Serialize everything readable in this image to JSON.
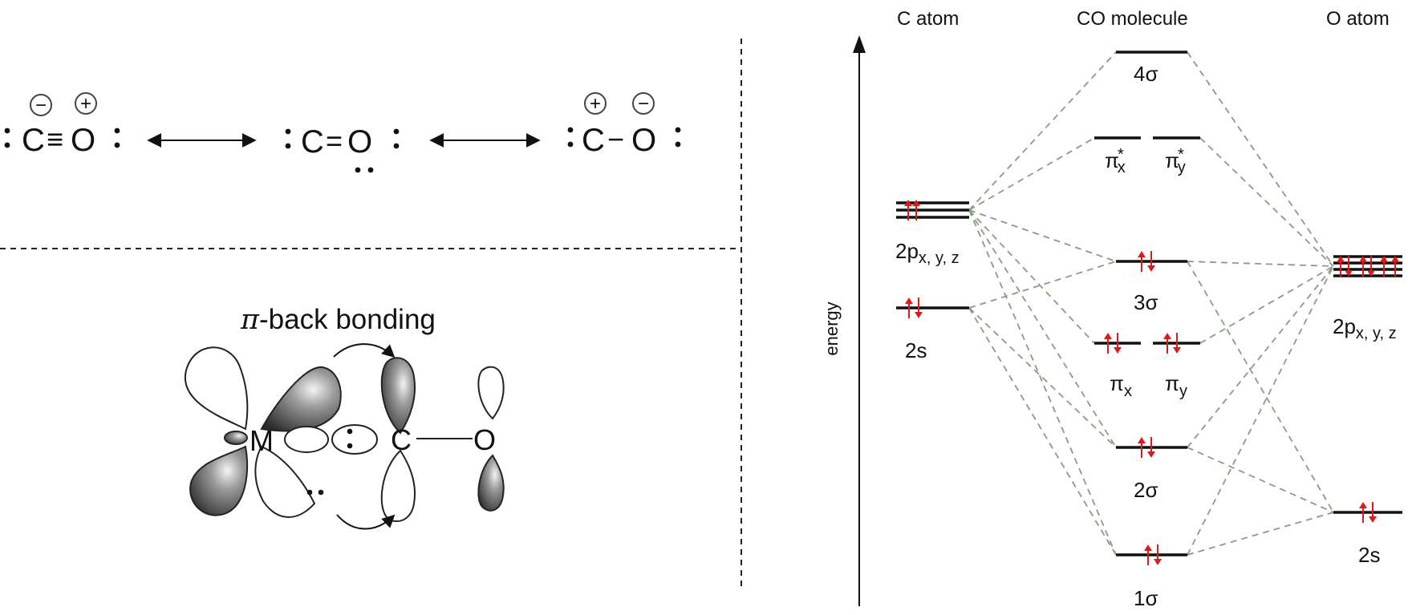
{
  "resonance": {
    "structure1": {
      "left_c": "C",
      "bond": "≡",
      "right_o": "O",
      "charge_c": "−",
      "charge_o": "+"
    },
    "structure2": {
      "left_c": "C",
      "bond": "=",
      "right_o": "O"
    },
    "structure3": {
      "left_c": "C",
      "bond": "−",
      "right_o": "O",
      "charge_c": "+",
      "charge_o": "−"
    }
  },
  "backbonding": {
    "title_pi": "π",
    "title_rest": "-back bonding",
    "metal": "M",
    "carbon": "C",
    "bond": "—",
    "oxygen": "O"
  },
  "mo_diagram": {
    "headers": {
      "c_atom": "C atom",
      "co_molecule": "CO molecule",
      "o_atom": "O atom"
    },
    "energy_label": "energy",
    "c_atom": {
      "p_base": "2p",
      "p_sub": "x, y, z",
      "s_label": "2s"
    },
    "o_atom": {
      "p_base": "2p",
      "p_sub": "x, y, z",
      "s_label": "2s"
    },
    "co_orbitals": {
      "sigma4": "4σ",
      "pi_x_star_base": "π",
      "pi_x_star_sub": "x",
      "star": "*",
      "pi_y_star_base": "π",
      "pi_y_star_sub": "y",
      "sigma3": "3σ",
      "pi_x_base": "π",
      "pi_x_sub": "x",
      "pi_y_base": "π",
      "pi_y_sub": "y",
      "sigma2": "2σ",
      "sigma1": "1σ"
    },
    "colors": {
      "level": "#111111",
      "electron": "#e01818",
      "connector": "#8c9a85",
      "axis": "#111111"
    }
  }
}
